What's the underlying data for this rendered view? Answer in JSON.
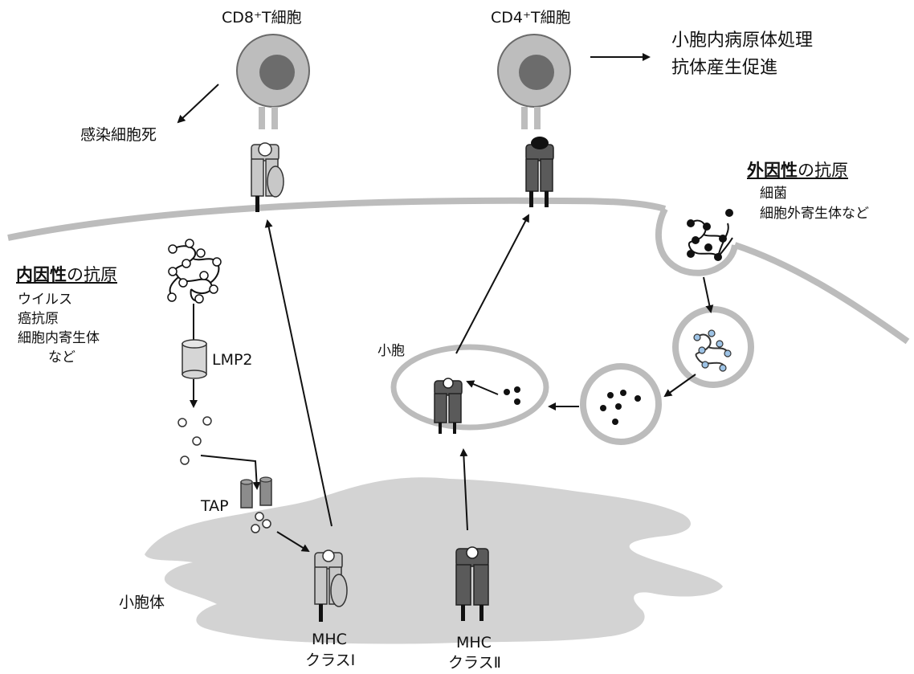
{
  "cells": {
    "cd8": "CD8⁺T細胞",
    "cd4": "CD4⁺T細胞"
  },
  "effects": {
    "cd8_effect": "感染細胞死",
    "cd4_effect_1": "小胞内病原体処理",
    "cd4_effect_2": "抗体産生促進"
  },
  "endogenous": {
    "heading_bold": "内因性",
    "heading_rest": "の抗原",
    "items": [
      "ウイルス",
      "癌抗原",
      "細胞内寄生体",
      "など"
    ]
  },
  "exogenous": {
    "heading_bold": "外因性",
    "heading_rest": "の抗原",
    "items": [
      "細菌",
      "細胞外寄生体など"
    ]
  },
  "components": {
    "lmp2": "LMP2",
    "tap": "TAP",
    "vesicle": "小胞",
    "er": "小胞体"
  },
  "mhc": {
    "class1_line1": "MHC",
    "class1_line2": "クラスⅠ",
    "class2_line1": "MHC",
    "class2_line2": "クラスⅡ"
  },
  "colors": {
    "light_gray": "#bdbdbd",
    "mid_gray": "#c4c4c4",
    "dark_gray": "#5a5a5a",
    "membrane": "#bcbcbc",
    "peptide_blue": "#9dc3e6"
  }
}
